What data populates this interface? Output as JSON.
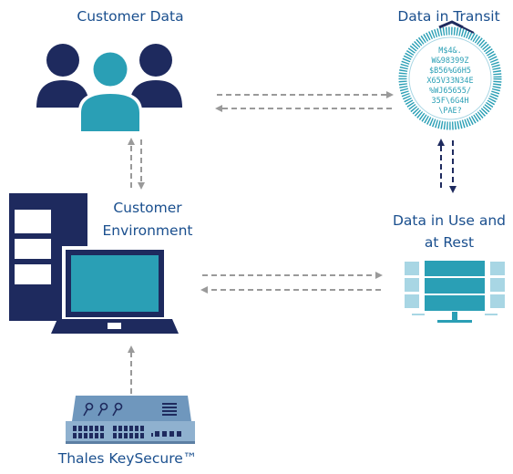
{
  "nodes": {
    "customer_data": {
      "label": "Customer Data",
      "icon": "users-icon"
    },
    "data_in_transit": {
      "label": "Data in Transit",
      "icon": "encrypted-dial-icon",
      "cipher_lines": [
        "M$4&.",
        "W&98399Z",
        "$B56%G6H5",
        "X65V33N34E",
        "%WJ65655/",
        "35F\\6G4H",
        "\\PAE?"
      ]
    },
    "customer_environment": {
      "label_line1": "Customer",
      "label_line2": "Environment",
      "icon": "server-and-monitor-icon"
    },
    "data_in_use_and_at_rest": {
      "label_line1": "Data in Use and",
      "label_line2": "at Rest",
      "icon": "database-display-icon"
    },
    "thales_keysecure": {
      "label": "Thales KeySecure™",
      "icon": "keysecure-appliance-icon"
    }
  },
  "colors": {
    "navy": "#1e2a5e",
    "teal": "#2a9fb5",
    "light_blue": "#a8d6e4",
    "arrow_gray": "#9a9a9a",
    "appliance_blue": "#8fb1cf"
  }
}
